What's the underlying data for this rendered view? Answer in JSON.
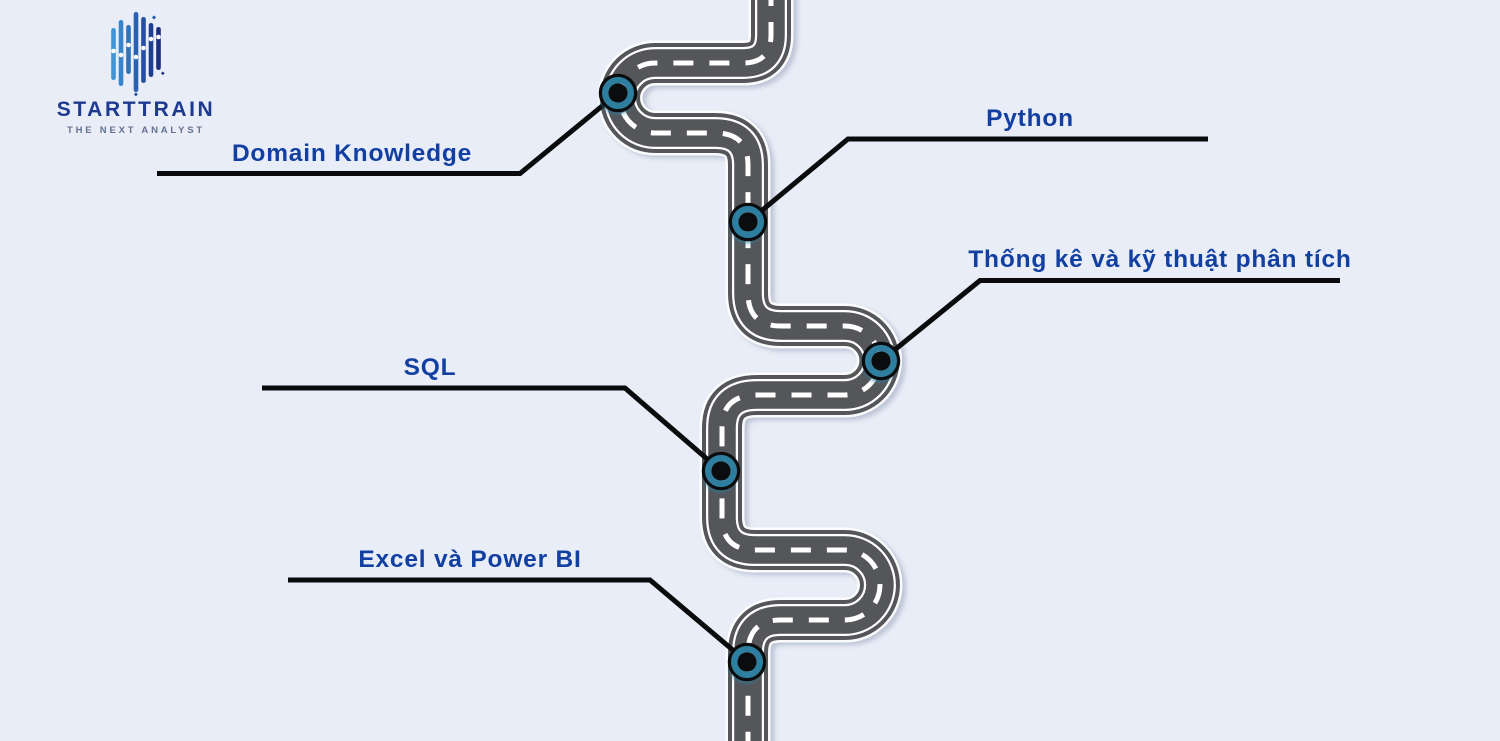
{
  "page": {
    "background_color": "#e9edf7",
    "description": "Data analyst learning roadmap infographic with winding road and milestones"
  },
  "logo": {
    "brand": "STARTTRAIN",
    "tagline": "THE NEXT ANALYST",
    "icon": "equalizer-bars-icon",
    "brand_color": "#1e3a90",
    "tagline_color": "#62718f"
  },
  "roadmap": {
    "style": {
      "road_color": "#55565a",
      "road_line_color": "#ffffff",
      "label_color": "#113fa2",
      "connector_color": "#0b0b0d",
      "marker_ring_color": "#2e7f9f",
      "marker_core_color": "#0b0c0e"
    },
    "milestones": [
      {
        "label": "Domain Knowledge",
        "label_side": "left"
      },
      {
        "label": "Python",
        "label_side": "right"
      },
      {
        "label": "Thống kê và kỹ thuật phân tích",
        "label_side": "right"
      },
      {
        "label": "SQL",
        "label_side": "left"
      },
      {
        "label": "Excel và Power BI",
        "label_side": "left"
      }
    ]
  }
}
